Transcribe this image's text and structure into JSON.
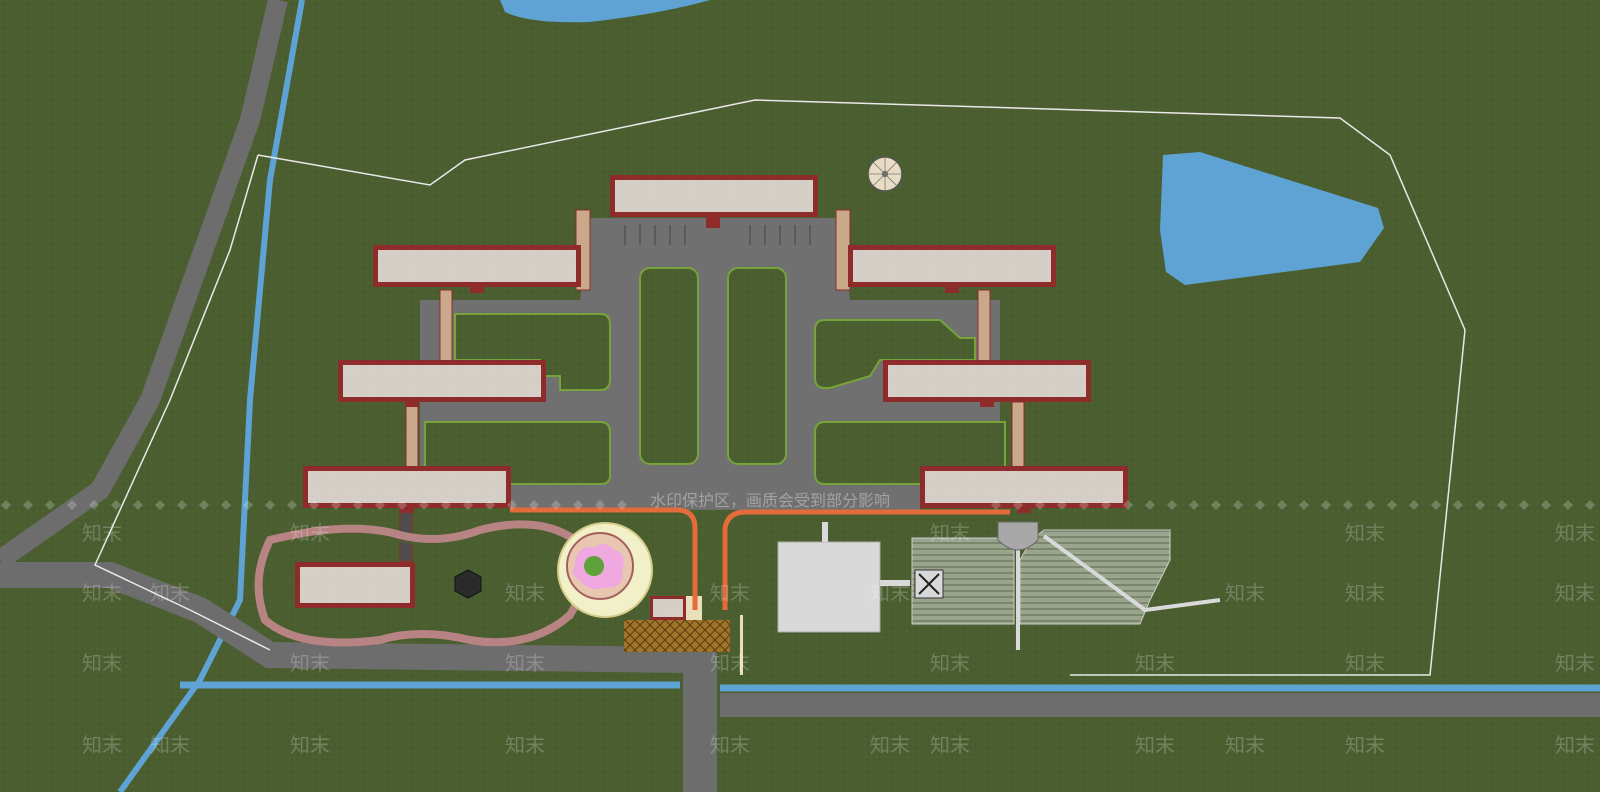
{
  "watermark": {
    "banner_text": "水印保护区，画质会受到部分影响",
    "logo_text": "知末",
    "color": "#ffffff"
  },
  "colors": {
    "grass": "#4a5e30",
    "water": "#5ea3d3",
    "road": "#6d6d6d",
    "plaza": "#707070",
    "roof": "#d6cfc8",
    "roof_border": "#8e2b2b",
    "corridor": "#c9a98a",
    "entrance_path": "#e56b3a",
    "boundary_line": "#e8e8e8",
    "garden_path": "#b88383",
    "hatch": "#a0742b"
  },
  "legend": {
    "buildings": "building-roof",
    "water": "pond",
    "roads": "road",
    "boundary": "site-boundary"
  }
}
